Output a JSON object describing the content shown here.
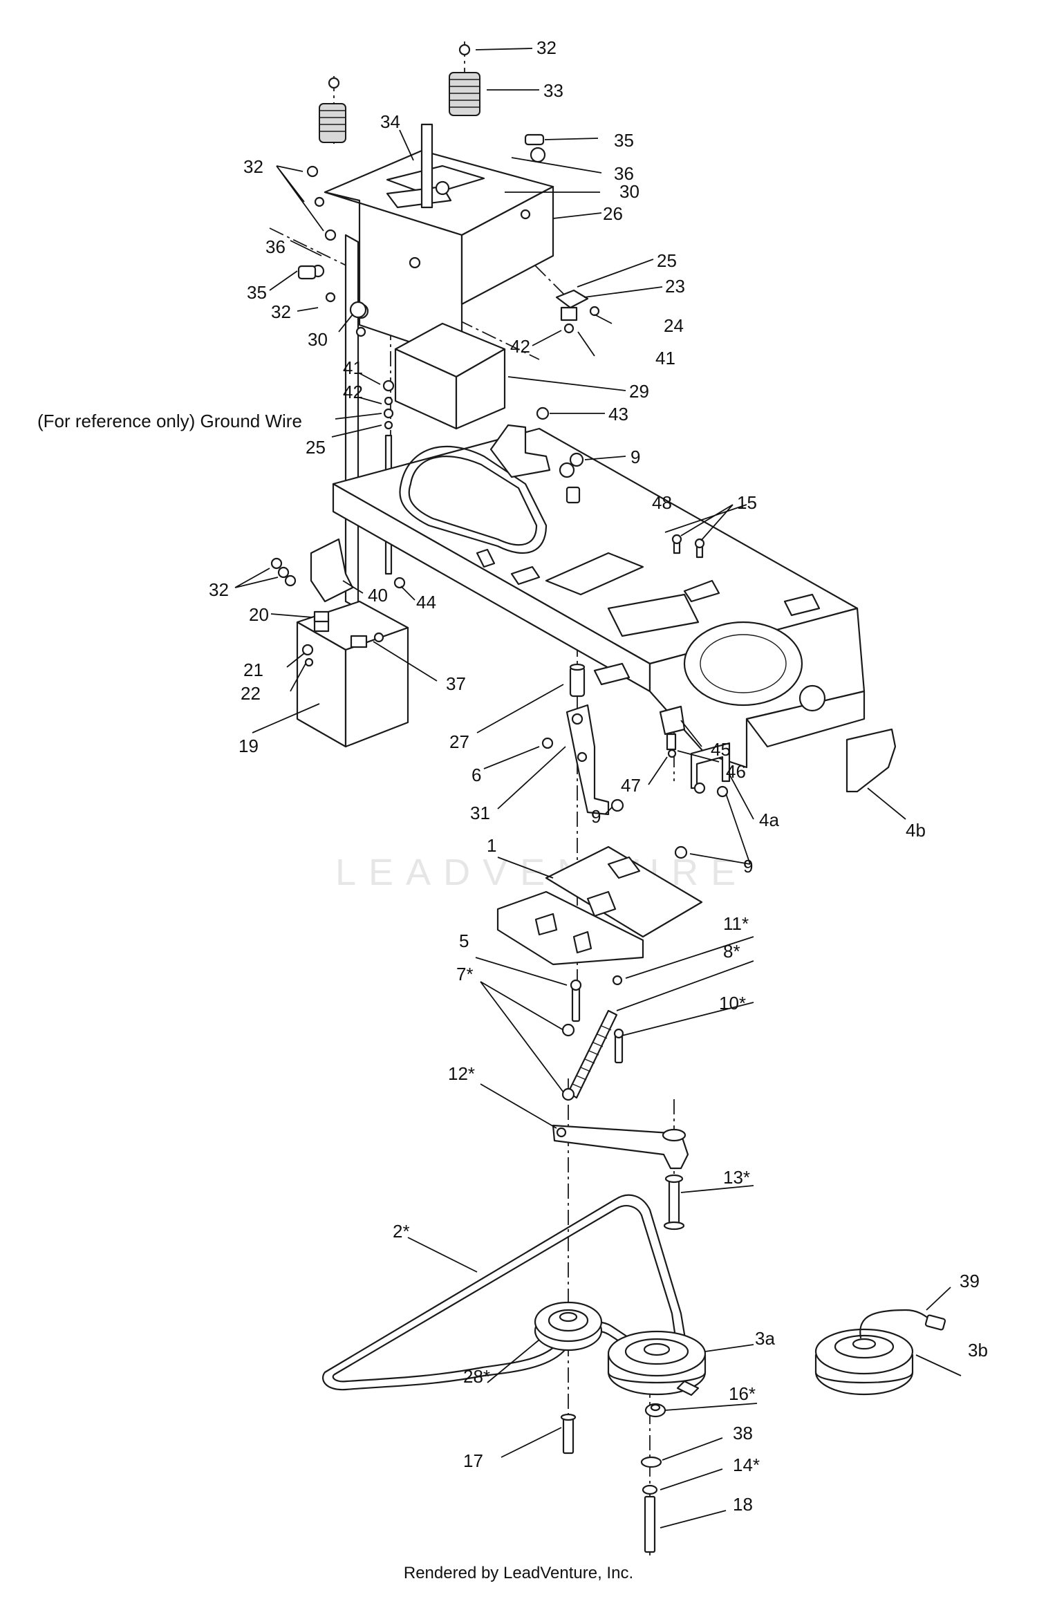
{
  "watermark": "LEADVENTURE",
  "footer": "Rendered by LeadVenture, Inc.",
  "labels": [
    "32",
    "33",
    "34",
    "35",
    "36",
    "30",
    "26",
    "32",
    "36",
    "35",
    "32",
    "30",
    "25",
    "23",
    "24",
    "42",
    "41",
    "41",
    "42",
    "For reference only) Ground Wire",
    "25",
    "29",
    "43",
    "9",
    "48",
    "15",
    "32",
    "40",
    "44",
    "20",
    "21",
    "22",
    "37",
    "19",
    "27",
    "6",
    "31",
    "45",
    "46",
    "47",
    "4a",
    "4b",
    "9",
    "9",
    "1",
    "11*",
    "8*",
    "5",
    "7*",
    "10*",
    "12*",
    "13*",
    "2*",
    "39",
    "3a",
    "3b",
    "28*",
    "16*",
    "38",
    "17",
    "14*",
    "18"
  ]
}
